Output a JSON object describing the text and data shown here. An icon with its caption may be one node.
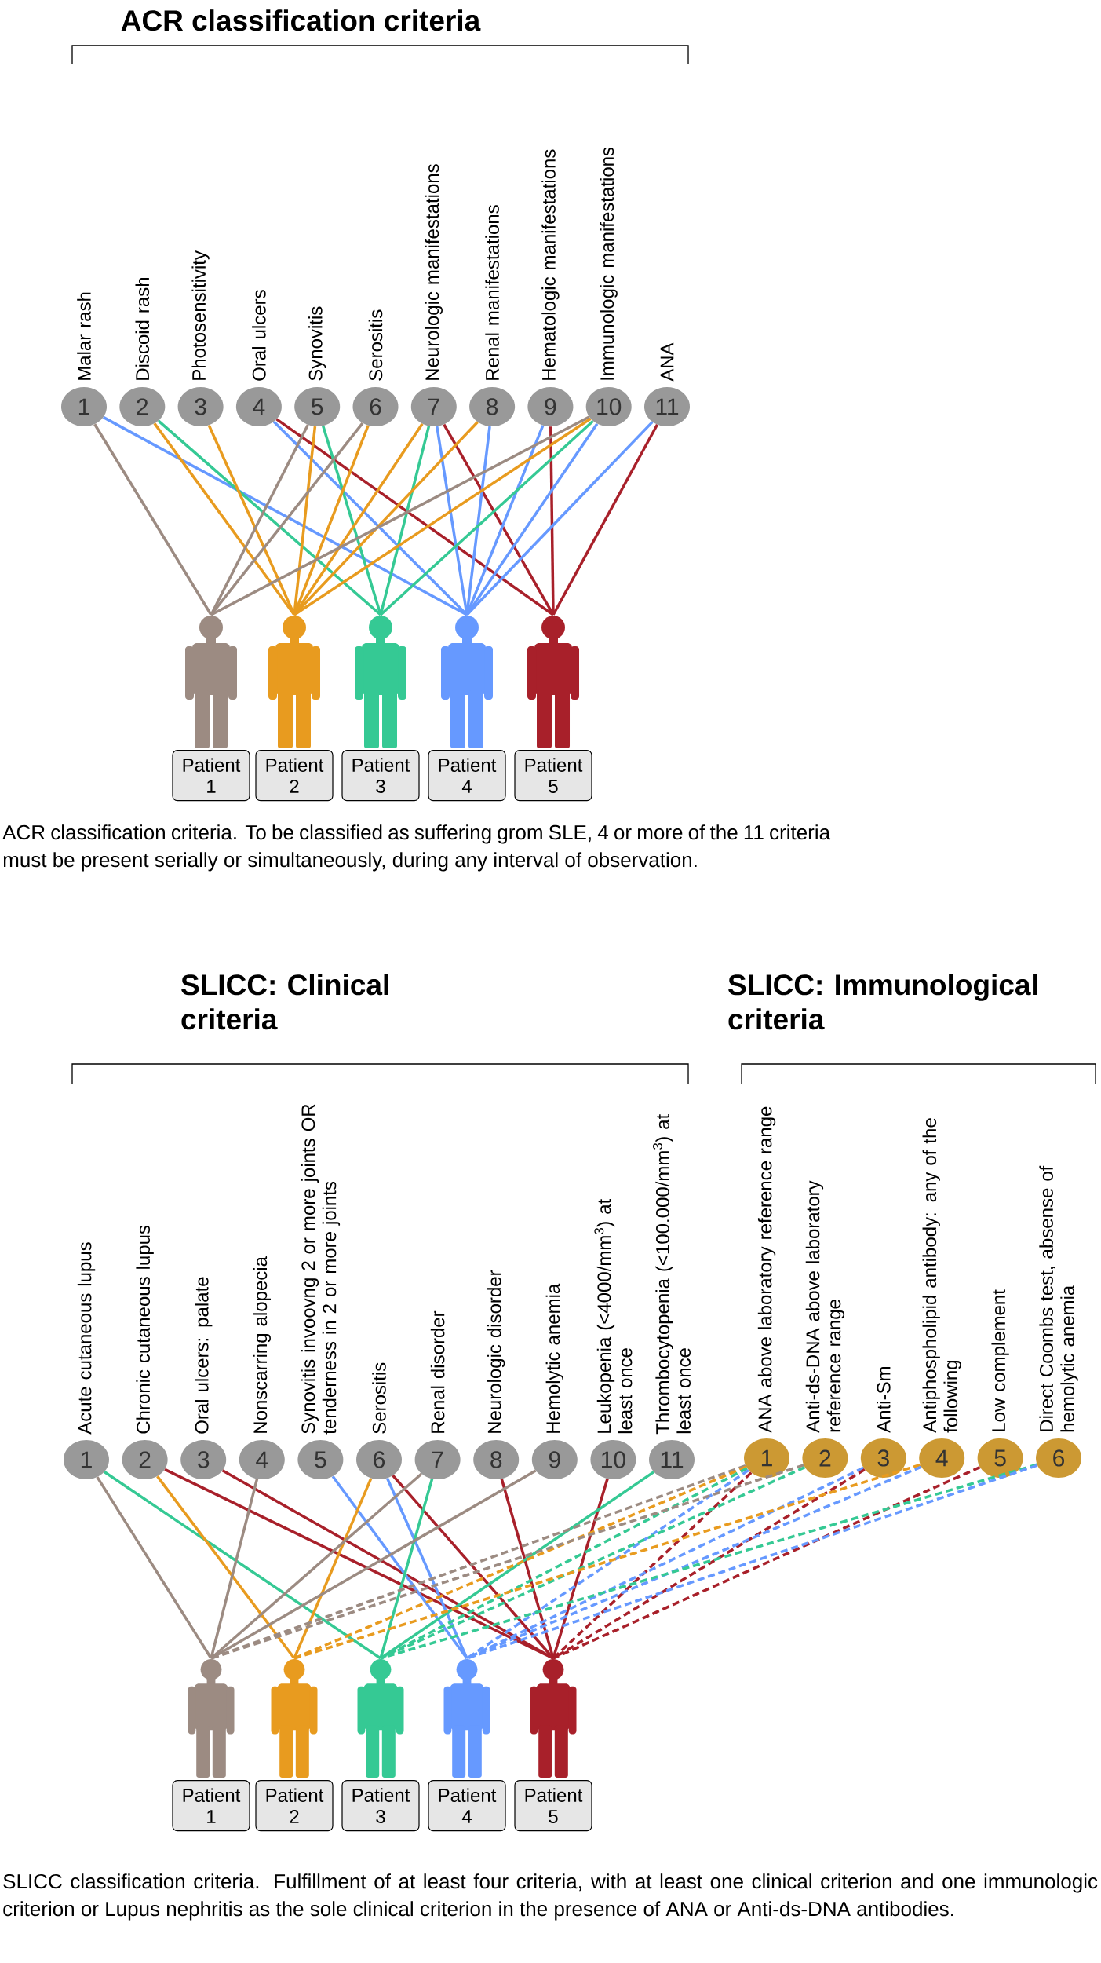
{
  "diagram": {
    "nodes": [
      {
        "text": [
          "1"
        ],
        "beside": [
          "Malar rash"
        ]
      },
      {
        "text": [
          "2"
        ],
        "beside": [
          "Discoid rash"
        ]
      },
      {
        "text": [
          "3"
        ],
        "beside": [
          "Photosensitivity"
        ]
      },
      {
        "text": [
          "4"
        ],
        "beside": [
          "Oral ulcers"
        ]
      },
      {
        "text": [
          "5"
        ],
        "beside": [
          "Synovitis"
        ]
      },
      {
        "text": [
          "6"
        ],
        "beside": [
          "Serositis"
        ]
      },
      {
        "text": [
          "7"
        ],
        "beside": [
          "Neurologic manifestations"
        ]
      },
      {
        "text": [
          "8"
        ],
        "beside": [
          "Renal manifestations"
        ]
      },
      {
        "text": [
          "9"
        ],
        "beside": [
          "Hematologic manifestations"
        ]
      },
      {
        "text": [
          "10"
        ],
        "beside": [
          "Immunologic manifestations"
        ]
      },
      {
        "text": [
          "11"
        ],
        "beside": [
          "ANA"
        ]
      },
      {
        "text": [],
        "shape": "person"
      },
      {
        "text": [],
        "shape": "person"
      },
      {
        "text": [],
        "shape": "person"
      },
      {
        "text": [],
        "shape": "person"
      },
      {
        "text": [],
        "shape": "person"
      },
      {
        "text": [
          "Patient 1"
        ]
      },
      {
        "text": [
          "Patient 2"
        ]
      },
      {
        "text": [
          "Patient 3"
        ]
      },
      {
        "text": [
          "Patient 4"
        ]
      },
      {
        "text": [
          "Patient 5"
        ]
      },
      {
        "text": [
          "1"
        ],
        "beside": [
          "Acute cutaneous lupus"
        ]
      },
      {
        "text": [
          "2"
        ],
        "beside": [
          "Chronic cutaneous lupus"
        ]
      },
      {
        "text": [
          "3"
        ],
        "beside": [
          "Oral ulcers: palate"
        ]
      },
      {
        "text": [
          "4"
        ],
        "beside": [
          "Nonscarring alopecia"
        ]
      },
      {
        "text": [
          "5"
        ],
        "beside": [
          "Synovitis invoovng 2 or more joints OR tenderness in 2 or more joints"
        ]
      },
      {
        "text": [
          "6"
        ],
        "beside": [
          "Serositis"
        ]
      },
      {
        "text": [
          "7"
        ],
        "beside": [
          "Renal disorder"
        ]
      },
      {
        "text": [
          "8"
        ],
        "beside": [
          "Neurologic disorder"
        ]
      },
      {
        "text": [
          "9"
        ],
        "beside": [
          "Hemolytic anemia"
        ]
      },
      {
        "text": [
          "10"
        ],
        "beside": [
          "Leukopenia (<4000/mm$^{3}$) at least once"
        ]
      },
      {
        "text": [
          "11"
        ],
        "beside": [
          "Thrombocytopenia (<100.000/mm$^{3}$) at least once"
        ]
      },
      {
        "text": [
          "1"
        ],
        "beside": [
          "ANA above laboratory reference range"
        ]
      },
      {
        "text": [
          "2"
        ],
        "beside": [
          "Anti-ds-DNA above laboratory reference range"
        ]
      },
      {
        "text": [
          "3"
        ],
        "beside": [
          "Anti-Sm"
        ]
      },
      {
        "text": [
          "4"
        ],
        "beside": [
          "Antiphospholipid antibody: any of the following"
        ]
      },
      {
        "text": [
          "5"
        ],
        "beside": [
          "Low complement"
        ]
      },
      {
        "text": [
          "6"
        ],
        "beside": [
          "Direct Coombs test, absense of hemolytic anemia"
        ]
      },
      {
        "text": [],
        "shape": "person"
      },
      {
        "text": [],
        "shape": "person"
      },
      {
        "text": [],
        "shape": "person"
      },
      {
        "text": [],
        "shape": "person"
      },
      {
        "text": [],
        "shape": "person"
      },
      {
        "text": [
          "Patient 1"
        ]
      },
      {
        "text": [
          "Patient 2"
        ]
      },
      {
        "text": [
          "Patient 3"
        ]
      },
      {
        "text": [
          "Patient 4"
        ]
      },
      {
        "text": [
          "Patient 5"
        ]
      }
    ],
    "edges": [
      {
        "from": 0,
        "to": 11,
        "arrow": "none",
        "color": "#9c8b82"
      },
      {
        "from": 0,
        "to": 14,
        "arrow": "none",
        "color": "#6699ff"
      },
      {
        "from": 1,
        "to": 12,
        "arrow": "none",
        "color": "#e89b1f"
      },
      {
        "from": 1,
        "to": 13,
        "arrow": "none",
        "color": "#35c994"
      },
      {
        "from": 2,
        "to": 12,
        "arrow": "none",
        "color": "#e89b1f"
      },
      {
        "from": 3,
        "to": 14,
        "arrow": "none",
        "color": "#6699ff"
      },
      {
        "from": 3,
        "to": 15,
        "arrow": "none",
        "color": "#a8202a"
      },
      {
        "from": 4,
        "to": 11,
        "arrow": "none",
        "color": "#9c8b82"
      },
      {
        "from": 4,
        "to": 12,
        "arrow": "none",
        "color": "#e89b1f"
      },
      {
        "from": 4,
        "to": 13,
        "arrow": "none",
        "color": "#35c994"
      },
      {
        "from": 5,
        "to": 11,
        "arrow": "none",
        "color": "#9c8b82"
      },
      {
        "from": 5,
        "to": 12,
        "arrow": "none",
        "color": "#e89b1f"
      },
      {
        "from": 6,
        "to": 12,
        "arrow": "none",
        "color": "#e89b1f"
      },
      {
        "from": 6,
        "to": 13,
        "arrow": "none",
        "color": "#35c994"
      },
      {
        "from": 6,
        "to": 14,
        "arrow": "none",
        "color": "#6699ff"
      },
      {
        "from": 6,
        "to": 15,
        "arrow": "none",
        "color": "#a8202a"
      },
      {
        "from": 7,
        "to": 12,
        "arrow": "none",
        "color": "#e89b1f"
      },
      {
        "from": 7,
        "to": 14,
        "arrow": "none",
        "color": "#6699ff"
      },
      {
        "from": 8,
        "to": 14,
        "arrow": "none",
        "color": "#6699ff"
      },
      {
        "from": 8,
        "to": 15,
        "arrow": "none",
        "color": "#a8202a"
      },
      {
        "from": 9,
        "to": 11,
        "arrow": "none",
        "color": "#9c8b82"
      },
      {
        "from": 9,
        "to": 12,
        "arrow": "none",
        "color": "#e89b1f"
      },
      {
        "from": 9,
        "to": 13,
        "arrow": "none",
        "color": "#35c994"
      },
      {
        "from": 9,
        "to": 14,
        "arrow": "none",
        "color": "#6699ff"
      },
      {
        "from": 10,
        "to": 14,
        "arrow": "none",
        "color": "#6699ff"
      },
      {
        "from": 10,
        "to": 15,
        "arrow": "none",
        "color": "#a8202a"
      },
      {
        "from": 21,
        "to": 38,
        "arrow": "none",
        "color": "#9c8b82"
      },
      {
        "from": 21,
        "to": 40,
        "arrow": "none",
        "color": "#35c994"
      },
      {
        "from": 22,
        "to": 39,
        "arrow": "none",
        "color": "#e89b1f"
      },
      {
        "from": 22,
        "to": 42,
        "arrow": "none",
        "color": "#a8202a"
      },
      {
        "from": 23,
        "to": 42,
        "arrow": "none",
        "color": "#a8202a"
      },
      {
        "from": 24,
        "to": 38,
        "arrow": "none",
        "color": "#9c8b82"
      },
      {
        "from": 25,
        "to": 41,
        "arrow": "none",
        "color": "#6699ff"
      },
      {
        "from": 26,
        "to": 39,
        "arrow": "none",
        "color": "#e89b1f"
      },
      {
        "from": 26,
        "to": 41,
        "arrow": "none",
        "color": "#6699ff"
      },
      {
        "from": 26,
        "to": 42,
        "arrow": "none",
        "color": "#a8202a"
      },
      {
        "from": 27,
        "to": 38,
        "arrow": "none",
        "color": "#9c8b82"
      },
      {
        "from": 27,
        "to": 40,
        "arrow": "none",
        "color": "#35c994"
      },
      {
        "from": 28,
        "to": 42,
        "arrow": "none",
        "color": "#a8202a"
      },
      {
        "from": 29,
        "to": 38,
        "arrow": "none",
        "color": "#9c8b82"
      },
      {
        "from": 30,
        "to": 42,
        "arrow": "none",
        "color": "#a8202a"
      },
      {
        "from": 31,
        "to": 40,
        "arrow": "none",
        "color": "#35c994"
      },
      {
        "from": 32,
        "to": 38,
        "arrow": "none",
        "style": "dashed",
        "color": "#9c8b82"
      },
      {
        "from": 32,
        "to": 39,
        "arrow": "none",
        "style": "dashed",
        "color": "#e89b1f"
      },
      {
        "from": 32,
        "to": 40,
        "arrow": "none",
        "style": "dashed",
        "color": "#35c994"
      },
      {
        "from": 32,
        "to": 41,
        "arrow": "none",
        "style": "dashed",
        "color": "#6699ff"
      },
      {
        "from": 32,
        "to": 42,
        "arrow": "none",
        "style": "dashed",
        "color": "#a8202a"
      },
      {
        "from": 33,
        "to": 38,
        "arrow": "none",
        "style": "dashed",
        "color": "#9c8b82"
      },
      {
        "from": 33,
        "to": 40,
        "arrow": "none",
        "style": "dashed",
        "color": "#35c994"
      },
      {
        "from": 34,
        "to": 41,
        "arrow": "none",
        "style": "dashed",
        "color": "#6699ff"
      },
      {
        "from": 34,
        "to": 42,
        "arrow": "none",
        "style": "dashed",
        "color": "#a8202a"
      },
      {
        "from": 35,
        "to": 39,
        "arrow": "none",
        "style": "dashed",
        "color": "#e89b1f"
      },
      {
        "from": 35,
        "to": 41,
        "arrow": "none",
        "style": "dashed",
        "color": "#6699ff"
      },
      {
        "from": 36,
        "to": 42,
        "arrow": "none",
        "style": "dashed",
        "color": "#a8202a"
      },
      {
        "from": 37,
        "to": 40,
        "arrow": "none",
        "style": "dashed",
        "color": "#35c994"
      },
      {
        "from": 37,
        "to": 41,
        "arrow": "none",
        "style": "dashed",
        "color": "#6699ff"
      }
    ],
    "labels": [
      "ACR classification criteria",
      "ACR classification criteria. To be classified as suffering grom SLE, 4 or more of the 11 criteria must be present serially or simultaneously, during any interval of observation.",
      "SLICC: Clinical criteria",
      "SLICC: Immunological criteria",
      "SLICC classification criteria. Fulfillment of at least four criteria, with at least one clinical criterion and one immunologic criterion or Lupus nephritis as the sole clinical criterion in the presence of ANA or Anti-ds-DNA antibodies."
    ]
  }
}
